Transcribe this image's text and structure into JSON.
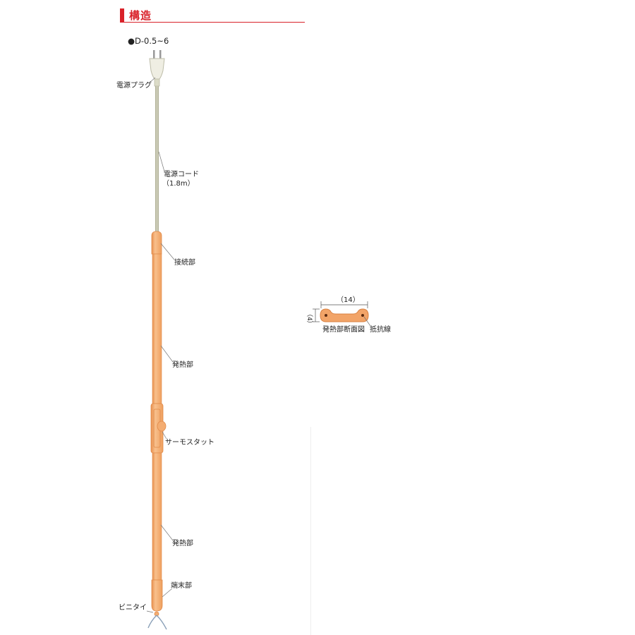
{
  "section": {
    "title": "構造",
    "accent": "#d9222a"
  },
  "model": "●D-0.5~6",
  "labels": {
    "plug": "電源プラグ",
    "cord": "電源コード",
    "cord_length": "（1.8m）",
    "joint": "接続部",
    "heater_upper": "発熱部",
    "thermostat": "サーモスタット",
    "heater_lower": "発熱部",
    "end": "端末部",
    "tie": "ビニタイ"
  },
  "cross_section": {
    "width": "（14）",
    "height": "（4）",
    "name": "発熱部断面図",
    "wire": "抵抗線"
  },
  "colors": {
    "heater": "#f4ad72",
    "heater_edge": "#e0894a",
    "cord": "#b9b9a0",
    "tie": "#8aa0b8"
  }
}
